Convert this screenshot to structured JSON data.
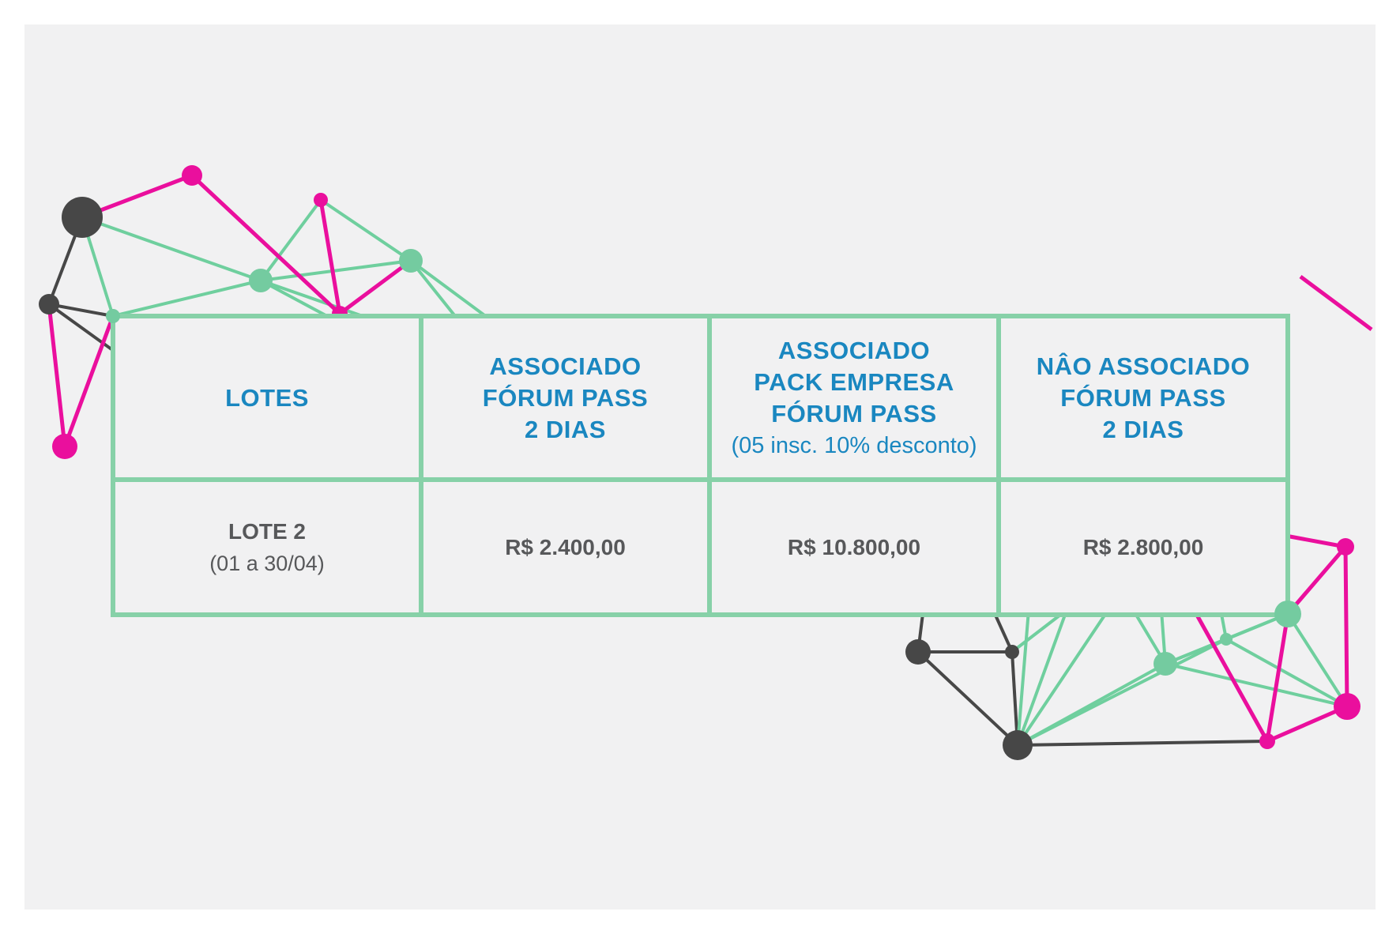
{
  "page": {
    "background": "#ffffff",
    "canvas_background": "#f1f1f2"
  },
  "colors": {
    "table_border_green": "#87d1a8",
    "header_text_blue": "#1a87c0",
    "body_text_gray": "#57585a",
    "network_green": "#6fcf9e",
    "network_magenta": "#ea0f9d",
    "network_dark": "#474747"
  },
  "table": {
    "type": "table",
    "columns": [
      {
        "id": "lotes",
        "header_lines": [
          "LOTES"
        ]
      },
      {
        "id": "associado_forum_pass",
        "header_lines": [
          "ASSOCIADO",
          "FÓRUM PASS",
          "2 DIAS"
        ]
      },
      {
        "id": "associado_pack_empresa",
        "header_lines": [
          "ASSOCIADO",
          "PACK EMPRESA",
          "FÓRUM PASS"
        ],
        "header_note": "(05 insc. 10% desconto)"
      },
      {
        "id": "nao_associado_forum_pass",
        "header_lines": [
          "NÂO ASSOCIADO",
          "FÓRUM PASS",
          "2 DIAS"
        ]
      }
    ],
    "rows": [
      {
        "lote": "LOTE 2",
        "period": "(01 a 30/04)",
        "associado_forum_pass": "R$ 2.400,00",
        "associado_pack_empresa": "R$ 10.800,00",
        "nao_associado_forum_pass": "R$ 2.800,00"
      }
    ]
  }
}
